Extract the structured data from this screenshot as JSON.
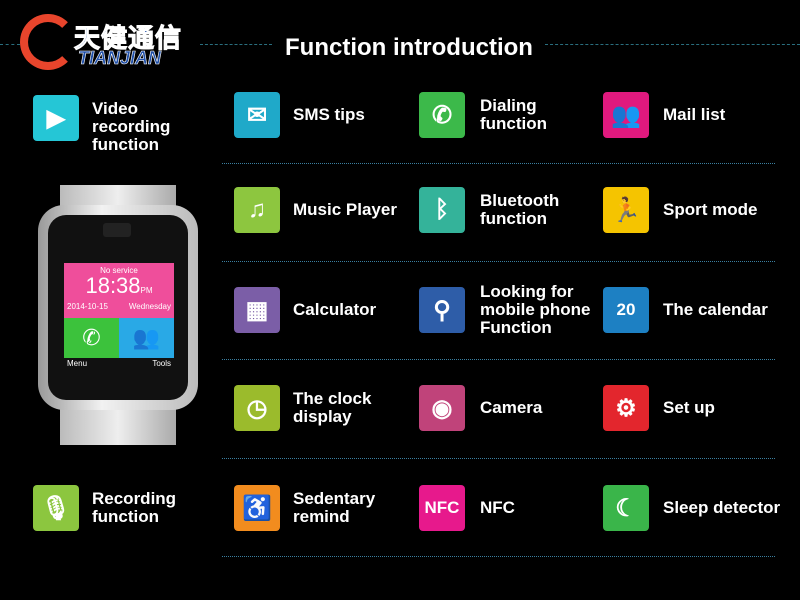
{
  "logo": {
    "chinese": "天健通信",
    "english": "TIANJIAN"
  },
  "title": "Function introduction",
  "watch": {
    "status": "No service",
    "time": "18:38",
    "ampm": "PM",
    "date": "2014-10-15",
    "weekday": "Wednesday",
    "left_soft": "Menu",
    "right_soft": "Tools"
  },
  "left_features": [
    {
      "label": "Video recording function",
      "icon": "video-camera-icon",
      "color": "#25c6d6"
    },
    {
      "label": "Recording function",
      "icon": "microphone-icon",
      "color": "#8cc63f"
    }
  ],
  "features": [
    {
      "label": "SMS tips",
      "icon": "bluetooth-message-icon",
      "color": "#1fa9c9"
    },
    {
      "label": "Dialing function",
      "icon": "phone-icon",
      "color": "#3cb94a"
    },
    {
      "label": "Mail list",
      "icon": "contacts-icon",
      "color": "#e0197e"
    },
    {
      "label": "Music Player",
      "icon": "music-note-icon",
      "color": "#8dc63f"
    },
    {
      "label": "Bluetooth function",
      "icon": "bluetooth-icon",
      "color": "#34b39a"
    },
    {
      "label": "Sport mode",
      "icon": "runner-icon",
      "color": "#f5c400"
    },
    {
      "label": "Calculator",
      "icon": "calculator-icon",
      "color": "#7b5ea7"
    },
    {
      "label": "Looking for mobile phone Function",
      "icon": "magnifier-icon",
      "color": "#2e5da8"
    },
    {
      "label": "The calendar",
      "icon": "calendar-icon",
      "color": "#1d80c3",
      "icon_text": "20"
    },
    {
      "label": "The clock display",
      "icon": "clock-icon",
      "color": "#9bbb2c"
    },
    {
      "label": "Camera",
      "icon": "camera-icon",
      "color": "#c0437a"
    },
    {
      "label": "Set up",
      "icon": "gear-icon",
      "color": "#e3262d"
    },
    {
      "label": "Sedentary remind",
      "icon": "seated-person-icon",
      "color": "#f28c1e"
    },
    {
      "label": "NFC",
      "icon": "nfc-icon",
      "color": "#e7198c",
      "icon_text": "NFC"
    },
    {
      "label": "Sleep detector",
      "icon": "sleep-icon",
      "color": "#3ab54a"
    }
  ]
}
